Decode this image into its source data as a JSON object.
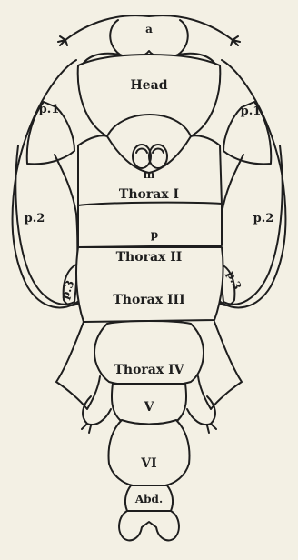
{
  "labels": {
    "a": "a",
    "head": "Head",
    "p1_left": "p.1",
    "p1_right": "p.1",
    "m": "m",
    "thorax1": "Thorax I",
    "p2_left": "p.2",
    "p2_right": "p.2",
    "p": "p",
    "thorax2": "Thorax II",
    "p3_left": "p.3",
    "p3_right": "p.3",
    "thorax3": "Thorax III",
    "thorax4": "Thorax IV",
    "v": "V",
    "vi": "VI",
    "abd": "Abd."
  },
  "colors": {
    "ink": "#1e1e1e",
    "paper": "#f3f0e4"
  }
}
